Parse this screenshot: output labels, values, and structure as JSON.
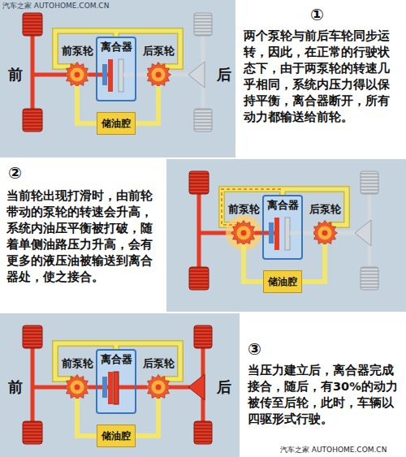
{
  "diagram": {
    "nodes": [
      {
        "text": [
          "前泵轮"
        ]
      },
      {
        "text": [
          "离合器"
        ]
      },
      {
        "text": [
          "后泵轮"
        ]
      },
      {
        "text": [
          "储油腔"
        ]
      },
      {
        "text": [
          "前泵轮"
        ]
      },
      {
        "text": [
          "离合器"
        ]
      },
      {
        "text": [
          "后泵轮"
        ]
      },
      {
        "text": [
          "储油腔"
        ]
      },
      {
        "text": [
          "前泵轮"
        ]
      },
      {
        "text": [
          "离合器"
        ]
      },
      {
        "text": [
          "后泵轮"
        ]
      },
      {
        "text": [
          "储油腔"
        ]
      }
    ],
    "edges": [
      {
        "from": 0,
        "to": 1,
        "arrow": "none"
      },
      {
        "from": 1,
        "to": 2,
        "arrow": "none"
      },
      {
        "from": 0,
        "to": 3,
        "arrow": "none"
      },
      {
        "from": 2,
        "to": 3,
        "arrow": "none"
      },
      {
        "from": 4,
        "to": 5,
        "arrow": "none"
      },
      {
        "from": 5,
        "to": 6,
        "arrow": "none"
      },
      {
        "from": 4,
        "to": 7,
        "arrow": "none"
      },
      {
        "from": 6,
        "to": 7,
        "arrow": "none"
      },
      {
        "from": 8,
        "to": 9,
        "arrow": "none"
      },
      {
        "from": 9,
        "to": 10,
        "arrow": "none"
      },
      {
        "from": 8,
        "to": 11,
        "arrow": "none"
      },
      {
        "from": 10,
        "to": 11,
        "arrow": "none"
      }
    ],
    "labels": [
      "汽车之家 AUTOHOME.COM.CN",
      "前",
      "后",
      "①",
      "两个泵轮与前后车轮同步运转，因此，在正常的行驶状态下，由于两泵轮的转速几乎相同，系统内压力得以保持平衡，离合器断开，所有动力都输送给前轮。",
      "②",
      "当前轮出现打滑时，由前轮带动的泵轮的转速会升高，系统内油压平衡被打破，随着单侧油路压力升高，会有更多的液压油被输送到离合器处，使之接合。",
      "前",
      "后",
      "③",
      "当压力建立后，离合器完成接合，随后，有30%的动力被传至后轮，此时，车辆以四驱形式行驶。",
      "汽车之家 AUTOHOME.COM.CN"
    ]
  }
}
